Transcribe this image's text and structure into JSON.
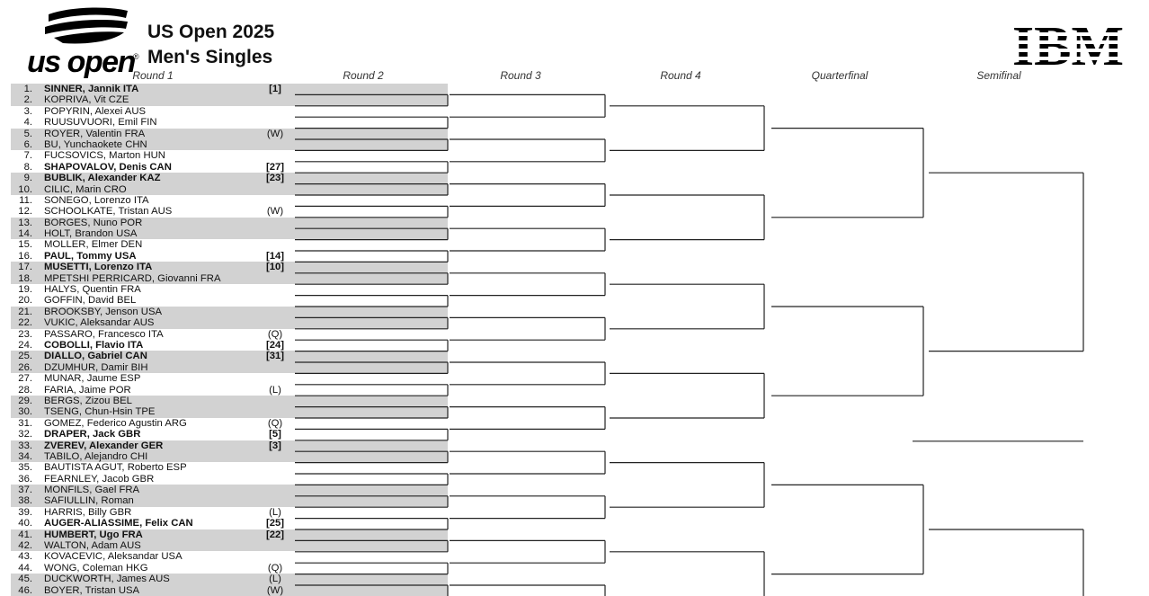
{
  "header": {
    "logo_text": "us open",
    "logo_reg": "®",
    "title_line1": "US Open 2025",
    "title_line2": "Men's Singles",
    "sponsor": "IBM"
  },
  "rounds": [
    "Round 1",
    "Round 2",
    "Round 3",
    "Round 4",
    "Quarterfinal",
    "Semifinal"
  ],
  "players": [
    {
      "num": "1.",
      "name": "SINNER, Jannik ITA",
      "seed": "[1]"
    },
    {
      "num": "2.",
      "name": "KOPRIVA, Vit CZE",
      "seed": ""
    },
    {
      "num": "3.",
      "name": "POPYRIN, Alexei AUS",
      "seed": ""
    },
    {
      "num": "4.",
      "name": "RUUSUVUORI, Emil FIN",
      "seed": ""
    },
    {
      "num": "5.",
      "name": "ROYER, Valentin FRA",
      "seed": "(W)"
    },
    {
      "num": "6.",
      "name": "BU, Yunchaokete CHN",
      "seed": ""
    },
    {
      "num": "7.",
      "name": "FUCSOVICS, Marton HUN",
      "seed": ""
    },
    {
      "num": "8.",
      "name": "SHAPOVALOV, Denis CAN",
      "seed": "[27]"
    },
    {
      "num": "9.",
      "name": "BUBLIK, Alexander KAZ",
      "seed": "[23]"
    },
    {
      "num": "10.",
      "name": "CILIC, Marin CRO",
      "seed": ""
    },
    {
      "num": "11.",
      "name": "SONEGO, Lorenzo ITA",
      "seed": ""
    },
    {
      "num": "12.",
      "name": "SCHOOLKATE, Tristan AUS",
      "seed": "(W)"
    },
    {
      "num": "13.",
      "name": "BORGES, Nuno POR",
      "seed": ""
    },
    {
      "num": "14.",
      "name": "HOLT, Brandon USA",
      "seed": ""
    },
    {
      "num": "15.",
      "name": "MOLLER, Elmer DEN",
      "seed": ""
    },
    {
      "num": "16.",
      "name": "PAUL, Tommy USA",
      "seed": "[14]"
    },
    {
      "num": "17.",
      "name": "MUSETTI, Lorenzo ITA",
      "seed": "[10]"
    },
    {
      "num": "18.",
      "name": "MPETSHI PERRICARD, Giovanni FRA",
      "seed": ""
    },
    {
      "num": "19.",
      "name": "HALYS, Quentin FRA",
      "seed": ""
    },
    {
      "num": "20.",
      "name": "GOFFIN, David BEL",
      "seed": ""
    },
    {
      "num": "21.",
      "name": "BROOKSBY, Jenson USA",
      "seed": ""
    },
    {
      "num": "22.",
      "name": "VUKIC, Aleksandar AUS",
      "seed": ""
    },
    {
      "num": "23.",
      "name": "PASSARO, Francesco ITA",
      "seed": "(Q)"
    },
    {
      "num": "24.",
      "name": "COBOLLI, Flavio ITA",
      "seed": "[24]"
    },
    {
      "num": "25.",
      "name": "DIALLO, Gabriel CAN",
      "seed": "[31]"
    },
    {
      "num": "26.",
      "name": "DZUMHUR, Damir BIH",
      "seed": ""
    },
    {
      "num": "27.",
      "name": "MUNAR, Jaume ESP",
      "seed": ""
    },
    {
      "num": "28.",
      "name": "FARIA, Jaime POR",
      "seed": "(L)"
    },
    {
      "num": "29.",
      "name": "BERGS, Zizou BEL",
      "seed": ""
    },
    {
      "num": "30.",
      "name": "TSENG, Chun-Hsin TPE",
      "seed": ""
    },
    {
      "num": "31.",
      "name": "GOMEZ, Federico Agustin ARG",
      "seed": "(Q)"
    },
    {
      "num": "32.",
      "name": "DRAPER, Jack GBR",
      "seed": "[5]"
    },
    {
      "num": "33.",
      "name": "ZVEREV, Alexander GER",
      "seed": "[3]"
    },
    {
      "num": "34.",
      "name": "TABILO, Alejandro CHI",
      "seed": ""
    },
    {
      "num": "35.",
      "name": "BAUTISTA AGUT, Roberto ESP",
      "seed": ""
    },
    {
      "num": "36.",
      "name": "FEARNLEY, Jacob GBR",
      "seed": ""
    },
    {
      "num": "37.",
      "name": "MONFILS, Gael FRA",
      "seed": ""
    },
    {
      "num": "38.",
      "name": "SAFIULLIN, Roman",
      "seed": ""
    },
    {
      "num": "39.",
      "name": "HARRIS, Billy GBR",
      "seed": "(L)"
    },
    {
      "num": "40.",
      "name": "AUGER-ALIASSIME, Felix CAN",
      "seed": "[25]"
    },
    {
      "num": "41.",
      "name": "HUMBERT, Ugo FRA",
      "seed": "[22]"
    },
    {
      "num": "42.",
      "name": "WALTON, Adam AUS",
      "seed": ""
    },
    {
      "num": "43.",
      "name": "KOVACEVIC, Aleksandar USA",
      "seed": ""
    },
    {
      "num": "44.",
      "name": "WONG, Coleman HKG",
      "seed": "(Q)"
    },
    {
      "num": "45.",
      "name": "DUCKWORTH, James AUS",
      "seed": "(L)"
    },
    {
      "num": "46.",
      "name": "BOYER, Tristan USA",
      "seed": "(W)"
    }
  ]
}
